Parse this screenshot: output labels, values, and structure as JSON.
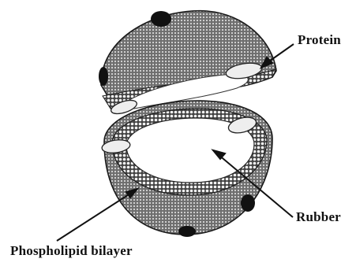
{
  "diagram": {
    "labels": {
      "protein": "Protein",
      "rubber": "Rubber",
      "phospholipid": "Phospholipid bilayer"
    },
    "colors": {
      "outer_surface": "#7a7a7a",
      "inner_surface": "#ffffff",
      "head_groups": "#f2f2f2",
      "protein": "#eeeeee",
      "ink": "#111111"
    }
  }
}
